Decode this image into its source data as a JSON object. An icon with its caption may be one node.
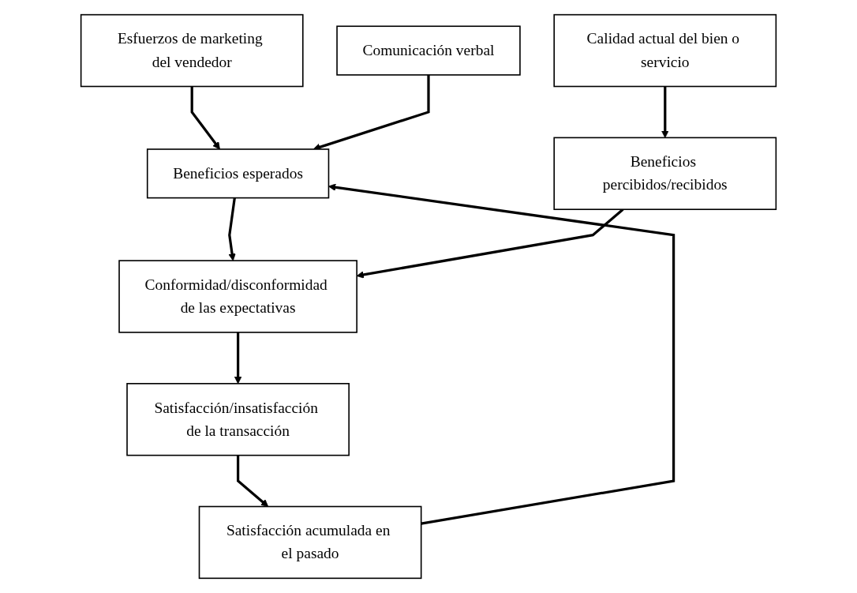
{
  "diagram": {
    "nodes": [
      {
        "text": [
          "Esfuerzos de marketing del vendedor"
        ]
      },
      {
        "text": [
          "Calidad actual del bien o servicio"
        ]
      },
      {
        "text": [
          "Comunicación verbal"
        ]
      },
      {
        "text": [
          "Beneficios esperados"
        ]
      },
      {
        "text": [
          "Beneficios percibidos/recibidos"
        ]
      },
      {
        "text": [
          "Satisfacción acumulada en el pasado"
        ]
      },
      {
        "text": [
          "Conformidad/disconformidad de las expectativas"
        ]
      },
      {
        "text": [
          "Satisfacción/insatisfacción de la transacción"
        ]
      }
    ],
    "edges": [
      {
        "from": 0,
        "to": 3,
        "arrow": "to"
      },
      {
        "from": 2,
        "to": 3,
        "arrow": "to"
      },
      {
        "from": 5,
        "to": 3,
        "arrow": "to"
      },
      {
        "from": 1,
        "to": 4,
        "arrow": "to"
      },
      {
        "from": 3,
        "to": 6,
        "arrow": "to"
      },
      {
        "from": 4,
        "to": 6,
        "arrow": "to"
      },
      {
        "from": 6,
        "to": 7,
        "arrow": "to"
      },
      {
        "from": 7,
        "to": 5,
        "arrow": "to"
      }
    ]
  }
}
